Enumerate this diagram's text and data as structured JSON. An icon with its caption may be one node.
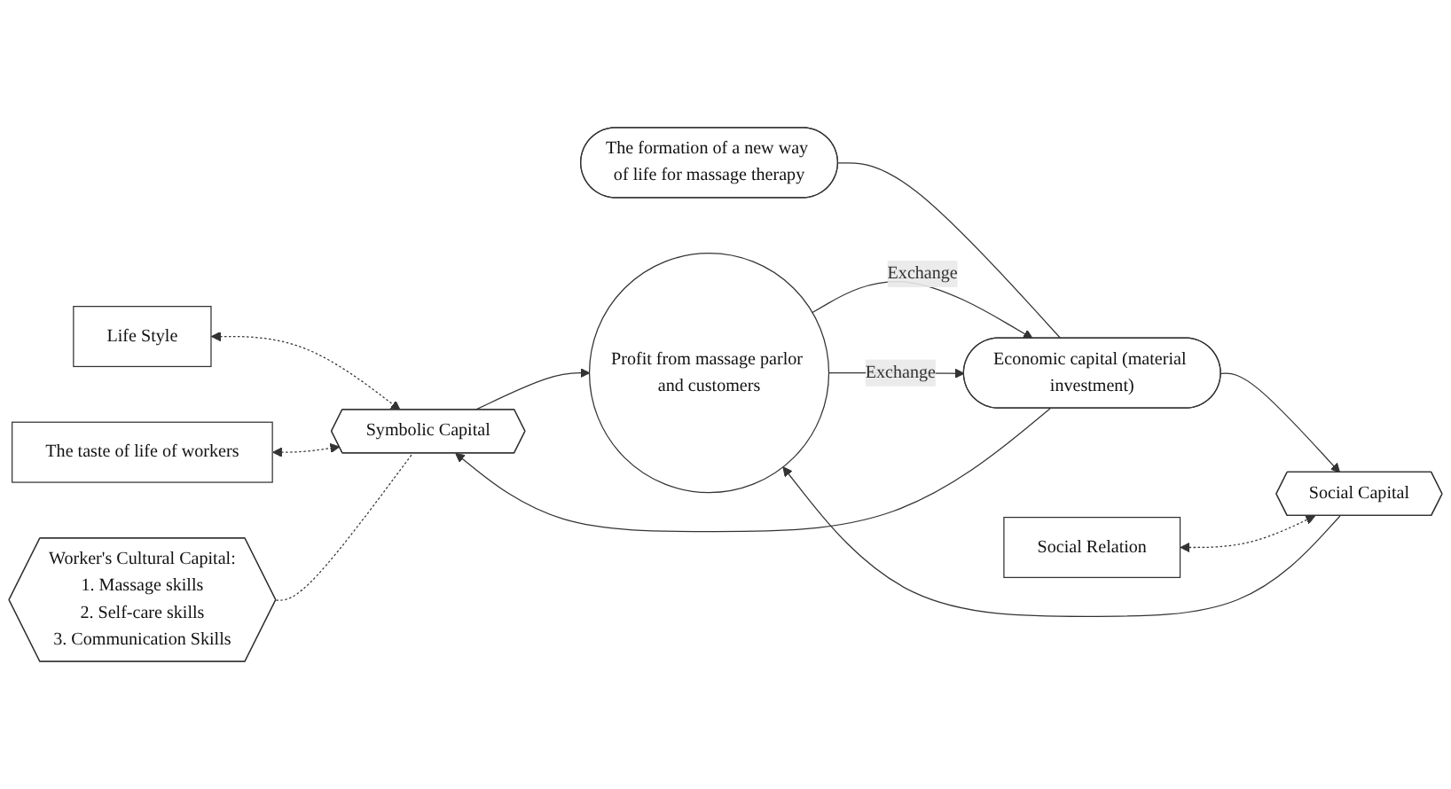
{
  "diagram": {
    "nodes": [
      {
        "text": [
          "Life Style"
        ]
      },
      {
        "text": [
          "The taste of life of workers"
        ]
      },
      {
        "text": [
          "The formation of a new way of life for massage therapy"
        ]
      },
      {
        "text": [
          "Economic capital (material investment)"
        ]
      },
      {
        "text": [
          "Symbolic Capital"
        ]
      },
      {
        "text": [
          "Profit from massage parlor and customers"
        ]
      },
      {
        "text": [
          "Social Capital"
        ]
      },
      {
        "text": [
          "Social Relation"
        ]
      },
      {
        "text": [
          "Worker's Cultural Capital:",
          "1. Massage skills",
          "2. Self-care skills",
          "3. Communication Skills"
        ]
      }
    ],
    "edges": [
      {
        "from": 2,
        "to": 3,
        "arrow": "none"
      },
      {
        "from": 3,
        "to": 4,
        "arrow": "to"
      },
      {
        "from": 4,
        "to": 5,
        "arrow": "to"
      },
      {
        "from": 3,
        "to": 6,
        "arrow": "to"
      },
      {
        "from": 6,
        "to": 5,
        "arrow": "to"
      },
      {
        "from": 5,
        "to": 3,
        "arrow": "to",
        "label": "Exchange"
      },
      {
        "from": 5,
        "to": 3,
        "arrow": "to",
        "label": "Exchange"
      },
      {
        "from": 4,
        "to": 0,
        "arrow": "both",
        "style": "dashed"
      },
      {
        "from": 4,
        "to": 1,
        "arrow": "both",
        "style": "dashed"
      },
      {
        "from": 6,
        "to": 7,
        "arrow": "both",
        "style": "dashed"
      },
      {
        "from": 8,
        "to": 4,
        "arrow": "none",
        "style": "dashed"
      }
    ]
  }
}
